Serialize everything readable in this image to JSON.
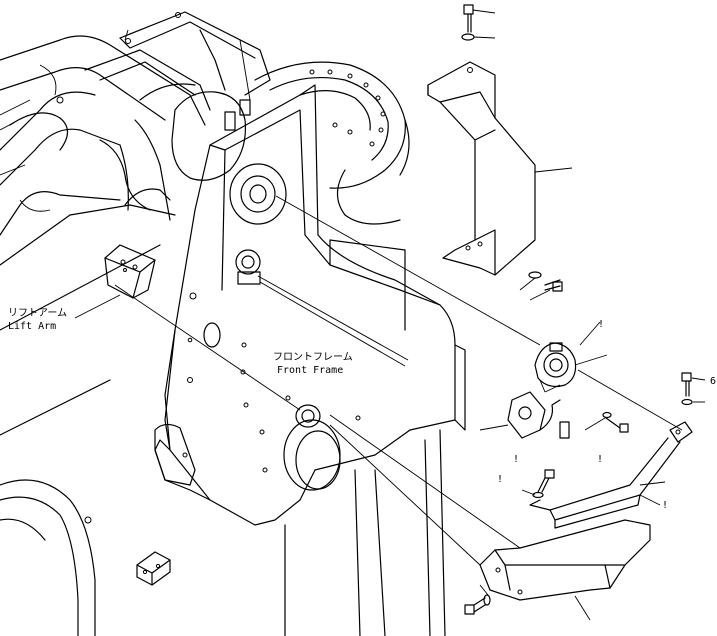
{
  "labels": {
    "lift_arm_jp": "リフトアーム",
    "lift_arm_en": "Lift Arm",
    "front_frame_jp": "フロントフレーム",
    "front_frame_en": "Front Frame"
  },
  "callout_marks": {
    "m1": "!",
    "m2": "!",
    "m3": "!",
    "m4": "!",
    "m5": "6",
    "m6": "!"
  }
}
